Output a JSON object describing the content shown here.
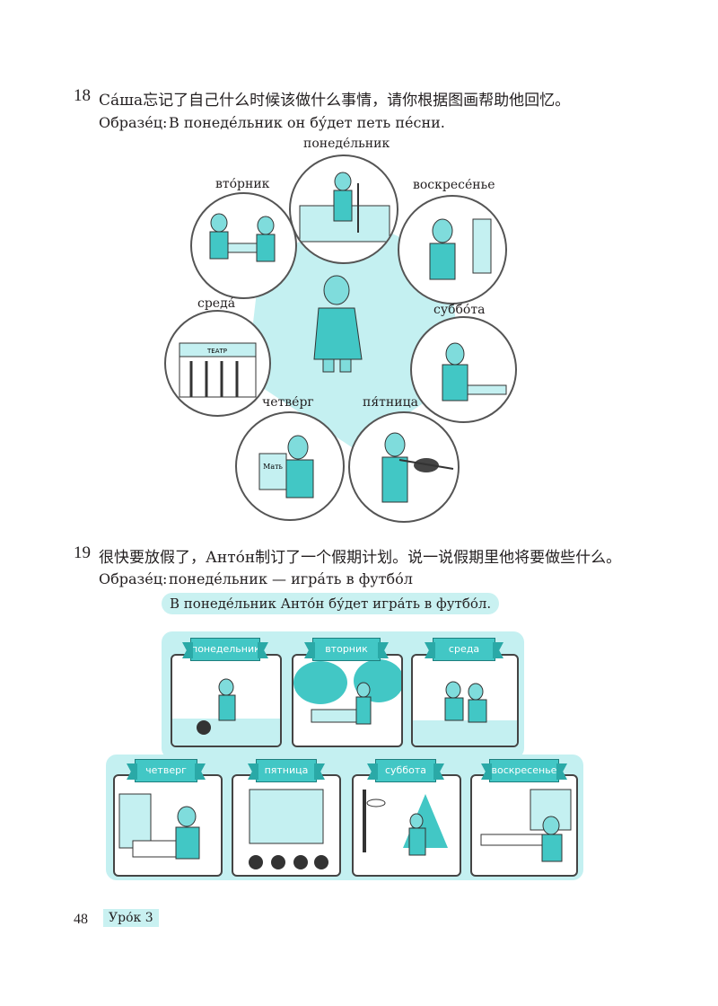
{
  "ex18": {
    "number": "18",
    "instruction": "Са́ша忘记了自己什么时候该做什么事情，请你根据图画帮助他回忆。",
    "sample_label": "Образе́ц:",
    "sample_text": "В понеде́льник он бу́дет петь пе́сни.",
    "days": {
      "mon": "понеде́льник",
      "tue": "вто́рник",
      "sun": "воскресе́нье",
      "wed": "среда́",
      "sat": "суббо́та",
      "thu": "четве́рг",
      "fri": "пя́тница"
    },
    "book_word": "Мать",
    "theatre_word": "ТЕАТР"
  },
  "ex19": {
    "number": "19",
    "instruction": "很快要放假了，Анто́н制订了一个假期计划。说一说假期里他将要做些什么。",
    "sample_label": "Образе́ц:",
    "sample_text": "понеде́льник — игра́ть в футбо́л",
    "answer": "В понеде́льник Анто́н бу́дет игра́ть в футбо́л.",
    "ribbons": {
      "mon": "понедельник",
      "tue": "вторник",
      "wed": "среда",
      "thu": "четверг",
      "fri": "пятница",
      "sat": "суббота",
      "sun": "воскресенье"
    }
  },
  "footer": {
    "page_number": "48",
    "lesson": "Уро́к 3"
  },
  "colors": {
    "accent": "#42c7c5",
    "light": "#c4f0f1",
    "figure": "#7fdcdc"
  }
}
